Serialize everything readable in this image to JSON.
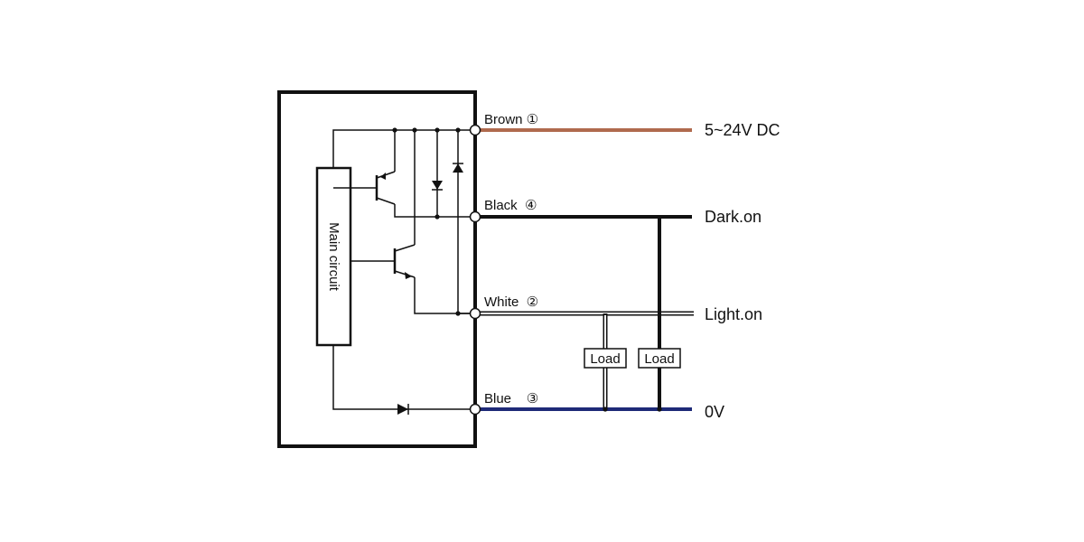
{
  "diagram": {
    "main_circuit_label": "Main circuit",
    "wires": {
      "brown": {
        "label": "Brown ①",
        "output": "5~24V DC",
        "color": "#b06a4e"
      },
      "black": {
        "label": "Black  ④",
        "output": "Dark.on",
        "color": "#111111"
      },
      "white": {
        "label": "White  ②",
        "output": "Light.on",
        "color": "#111111"
      },
      "blue": {
        "label": "Blue    ③",
        "output": "0V",
        "color": "#1e2a78"
      }
    },
    "loads": [
      "Load",
      "Load"
    ]
  }
}
